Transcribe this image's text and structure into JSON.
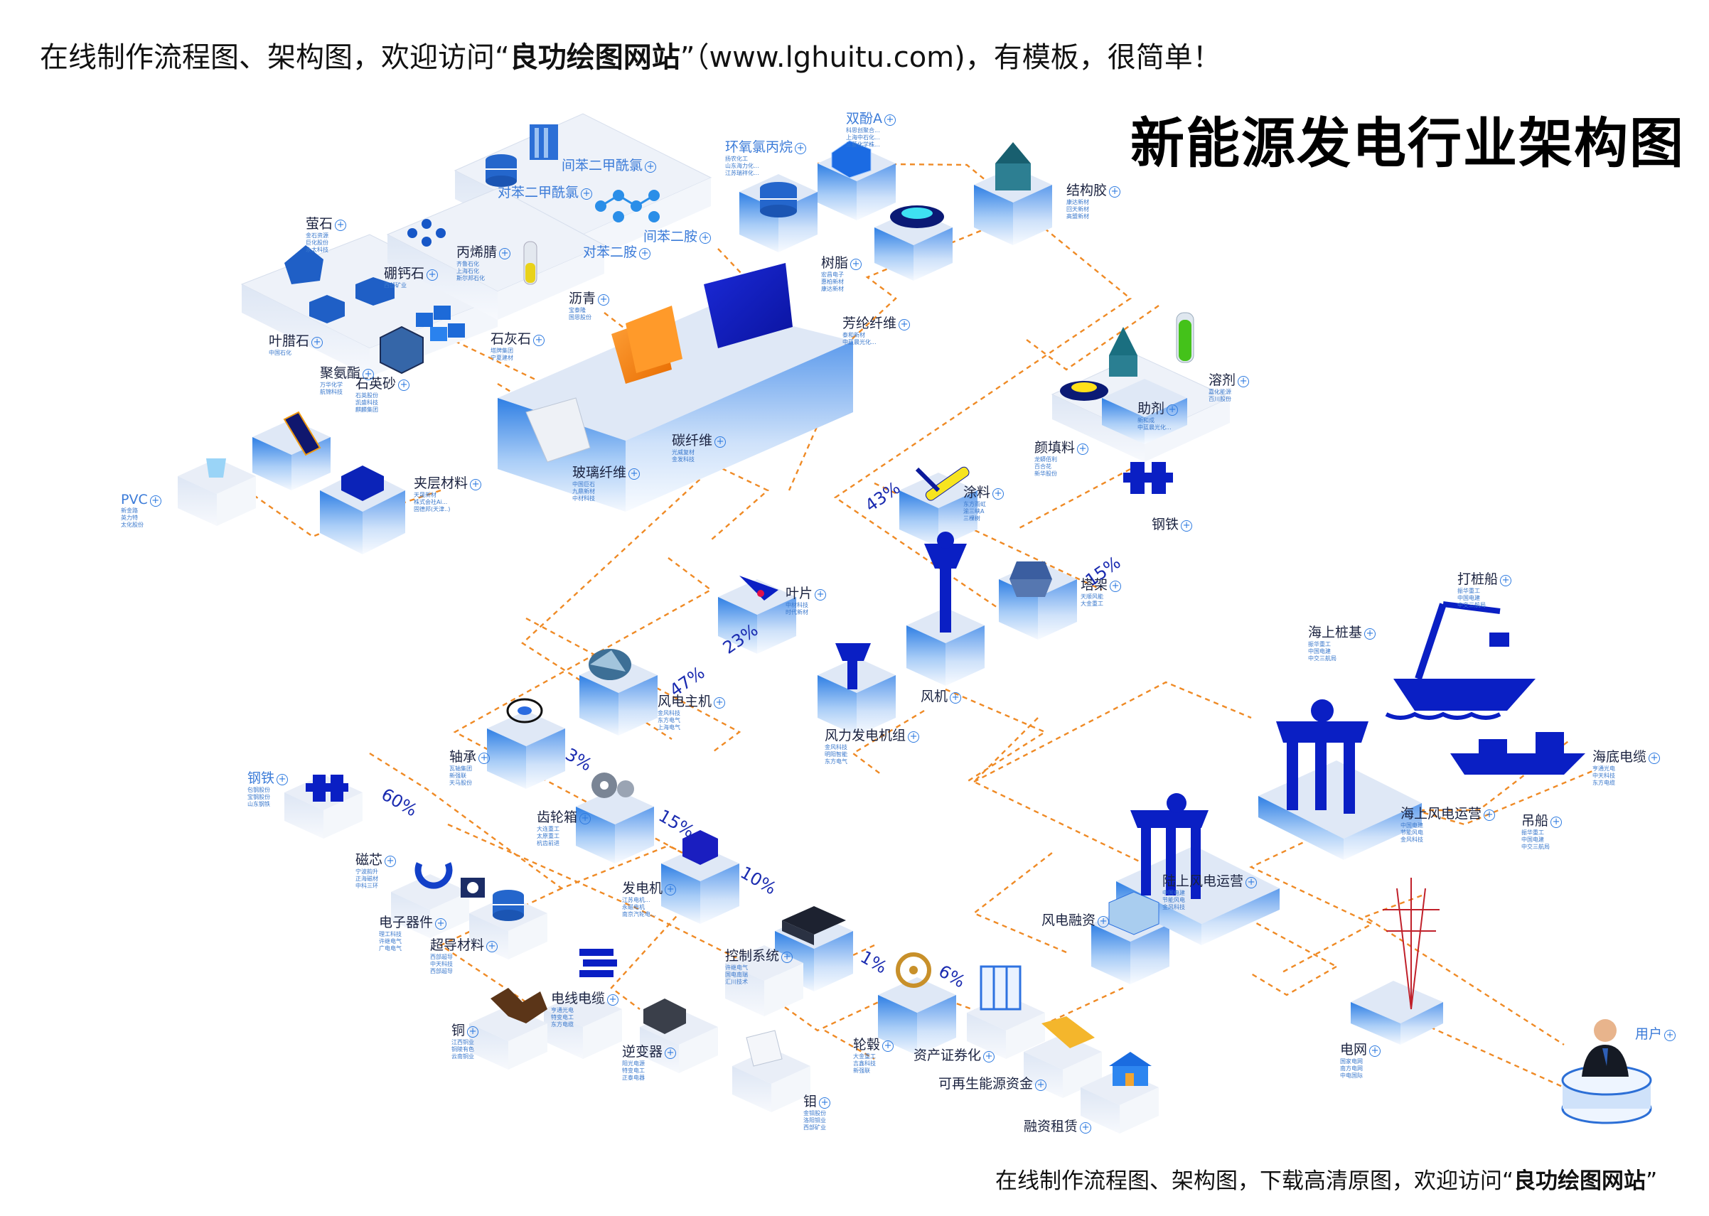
{
  "header": {
    "pre": "在线制作流程图、架构图，欢迎访问“",
    "brand": "良功绘图网站",
    "post": "”（www.lghuitu.com)，有模板，很简单！"
  },
  "title": "新能源发电行业架构图",
  "footer": {
    "pre": "在线制作流程图、架构图，下载高清原图，欢迎访问“",
    "brand": "良功绘图网站",
    "post": "”"
  },
  "labels": [
    {
      "name": "双酚A",
      "blue": true,
      "subs": [
        "科思创聚合...",
        "上海中石化...",
        "三菱化学株..."
      ]
    },
    {
      "name": "环氧氯丙烷",
      "blue": true,
      "subs": [
        "扬农化工",
        "山东海力化...",
        "江苏瑞祥化..."
      ]
    },
    {
      "name": "间苯二甲酰氯",
      "blue": true,
      "subs": []
    },
    {
      "name": "对苯二甲酰氯",
      "blue": true,
      "subs": []
    },
    {
      "name": "间苯二胺",
      "blue": true,
      "subs": []
    },
    {
      "name": "对苯二胺",
      "blue": true,
      "subs": []
    },
    {
      "name": "结构胶",
      "blue": false,
      "subs": [
        "康达新材",
        "回天新材",
        "高盟新材"
      ]
    },
    {
      "name": "萤石",
      "blue": false,
      "subs": [
        "金石资源",
        "巨化股份",
        "永太科技"
      ]
    },
    {
      "name": "硼钙石",
      "blue": false,
      "subs": [
        "西部矿业"
      ]
    },
    {
      "name": "丙烯腈",
      "blue": false,
      "subs": [
        "齐鲁石化",
        "上海石化",
        "斯尔邦石化"
      ]
    },
    {
      "name": "树脂",
      "blue": false,
      "subs": [
        "宏昌电子",
        "惠柏新材",
        "康达新材"
      ]
    },
    {
      "name": "沥青",
      "blue": false,
      "subs": [
        "宝泰隆",
        "国恩股份"
      ]
    },
    {
      "name": "芳纶纤维",
      "blue": false,
      "subs": [
        "泰和新材",
        "中蓝晨光化..."
      ]
    },
    {
      "name": "叶腊石",
      "blue": false,
      "subs": [
        "中国石化"
      ]
    },
    {
      "name": "石灰石",
      "blue": false,
      "subs": [
        "塔牌集团",
        "宁夏建材"
      ]
    },
    {
      "name": "石英砂",
      "blue": false,
      "subs": [
        "石英股份",
        "凯盛科技",
        "麒麟集团"
      ]
    },
    {
      "name": "聚氨酯",
      "blue": false,
      "subs": [
        "万华化学",
        "航锦科技"
      ]
    },
    {
      "name": "溶剂",
      "blue": false,
      "subs": [
        "嘉化能源",
        "百川股份"
      ]
    },
    {
      "name": "助剂",
      "blue": false,
      "subs": [
        "新和成",
        "中蓝晨光化..."
      ]
    },
    {
      "name": "颜填料",
      "blue": false,
      "subs": [
        "龙蟒佰利",
        "百合花",
        "新华股份"
      ]
    },
    {
      "name": "碳纤维",
      "blue": false,
      "subs": [
        "光威复材",
        "金发科技"
      ]
    },
    {
      "name": "玻璃纤维",
      "blue": false,
      "subs": [
        "中国巨石",
        "九鼎新材",
        "中材科技"
      ]
    },
    {
      "name": "夹层材料",
      "blue": false,
      "subs": [
        "天晟新材",
        "株式会社Ai...",
        "固德邦(天津..)"
      ]
    },
    {
      "name": "PVC",
      "blue": true,
      "subs": [
        "新金路",
        "英力特",
        "太化股份"
      ]
    },
    {
      "name": "涂料",
      "blue": false,
      "subs": [
        "东方雨虹",
        "渝三峡A",
        "三棵树"
      ]
    },
    {
      "name": "钢铁",
      "blue": false,
      "subs": []
    },
    {
      "name": "叶片",
      "blue": false,
      "subs": [
        "中材科技",
        "时代新材"
      ]
    },
    {
      "name": "塔架",
      "blue": false,
      "subs": [
        "天顺风能",
        "大金重工"
      ]
    },
    {
      "name": "风电主机",
      "blue": false,
      "subs": [
        "金风科技",
        "东方电气",
        "上海电气"
      ]
    },
    {
      "name": "风机",
      "blue": false,
      "subs": []
    },
    {
      "name": "风力发电机组",
      "blue": false,
      "subs": [
        "金风科技",
        "明阳智能",
        "东方电气"
      ]
    },
    {
      "name": "轴承",
      "blue": false,
      "subs": [
        "瓦轴集团",
        "新强联",
        "天马股份"
      ]
    },
    {
      "name": "钢铁",
      "blue": true,
      "subs": [
        "包钢股份",
        "宝钢股份",
        "山东钢铁"
      ]
    },
    {
      "name": "齿轮箱",
      "blue": false,
      "subs": [
        "大连重工",
        "太原重工",
        "杭齿前进"
      ]
    },
    {
      "name": "磁芯",
      "blue": false,
      "subs": [
        "宁波韵升",
        "正海磁材",
        "中科三环"
      ]
    },
    {
      "name": "发电机",
      "blue": false,
      "subs": [
        "江苏电机...",
        "永磁电机",
        "南京汽轮电..."
      ]
    },
    {
      "name": "电子器件",
      "blue": false,
      "subs": [
        "理工科技",
        "许继电气",
        "广电电气"
      ]
    },
    {
      "name": "超导材料",
      "blue": false,
      "subs": [
        "西部超导",
        "中天科技",
        "西部超导"
      ]
    },
    {
      "name": "控制系统",
      "blue": false,
      "subs": [
        "许继电气",
        "国电南瑞",
        "汇川技术"
      ]
    },
    {
      "name": "电线电缆",
      "blue": false,
      "subs": [
        "亨通光电",
        "特变电工",
        "东方电缆"
      ]
    },
    {
      "name": "铜",
      "blue": false,
      "subs": [
        "江西铜业",
        "铜陵有色",
        "云南铜业"
      ]
    },
    {
      "name": "逆变器",
      "blue": false,
      "subs": [
        "阳光电源",
        "特变电工",
        "正泰电器"
      ]
    },
    {
      "name": "轮毂",
      "blue": false,
      "subs": [
        "大金重工",
        "吉鑫科技",
        "新强联"
      ]
    },
    {
      "name": "资产证券化",
      "blue": false,
      "subs": []
    },
    {
      "name": "可再生能源资金",
      "blue": false,
      "subs": []
    },
    {
      "name": "融资租赁",
      "blue": false,
      "subs": []
    },
    {
      "name": "钼",
      "blue": false,
      "subs": [
        "金钼股份",
        "洛阳钼业",
        "西部矿业"
      ]
    },
    {
      "name": "风电融资",
      "blue": false,
      "subs": []
    },
    {
      "name": "陆上风电运营",
      "blue": false,
      "subs": [
        "中国电建",
        "节能风电",
        "金风科技"
      ]
    },
    {
      "name": "海上风电运营",
      "blue": false,
      "subs": [
        "中国电建",
        "节能风电",
        "金风科技"
      ]
    },
    {
      "name": "海上桩基",
      "blue": false,
      "subs": [
        "振华重工",
        "中国电建",
        "中交三航局"
      ]
    },
    {
      "name": "打桩船",
      "blue": false,
      "subs": [
        "振华重工",
        "中国电建",
        "中交三航局"
      ]
    },
    {
      "name": "海底电缆",
      "blue": false,
      "subs": [
        "亨通光电",
        "中天科技",
        "东方电缆"
      ]
    },
    {
      "name": "吊船",
      "blue": false,
      "subs": [
        "振华重工",
        "中国电建",
        "中交三航局"
      ]
    },
    {
      "name": "电网",
      "blue": false,
      "subs": [
        "国家电网",
        "南方电网",
        "中电国际"
      ]
    },
    {
      "name": "用户",
      "blue": true,
      "subs": []
    }
  ],
  "percents": [
    "43%",
    "15%",
    "23%",
    "47%",
    "3%",
    "60%",
    "15%",
    "10%",
    "1%",
    "6%"
  ],
  "colors": {
    "accent": "#0a1fc4",
    "line": "#ef8a25",
    "label": "#3b7bd8",
    "orange": "#f28a16"
  }
}
